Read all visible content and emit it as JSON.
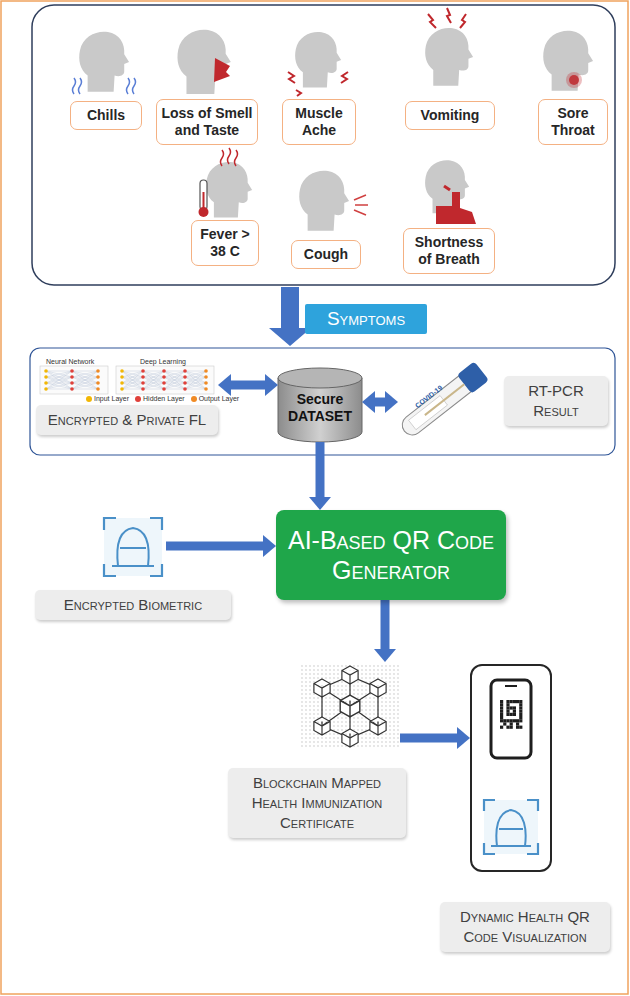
{
  "diagram": {
    "nodes": [
      {
        "text": [
          "Chills"
        ]
      },
      {
        "text": [
          "Loss of Smell and Taste"
        ]
      },
      {
        "text": [
          "Muscle Ache"
        ]
      },
      {
        "text": [
          "Vomiting"
        ]
      },
      {
        "text": [
          "Sore Throat"
        ]
      },
      {
        "text": [
          "Fever > 38 C"
        ]
      },
      {
        "text": [
          "Cough"
        ]
      },
      {
        "text": [
          "Shortness of Breath"
        ]
      },
      {
        "text": [
          "Symptoms"
        ]
      },
      {
        "text": [
          "Encrypted & Private FL"
        ]
      },
      {
        "text": [
          "Secure DATASET"
        ]
      },
      {
        "text": [
          "RT-PCR Result"
        ]
      },
      {
        "text": [
          "AI-Based QR Code Generator"
        ]
      },
      {
        "text": [
          "Encrypted Biometric"
        ]
      },
      {
        "text": [
          "Blockchain Mapped Health Immunization Certificate"
        ]
      },
      {
        "text": [
          "Dynamic Health QR Code Visualization"
        ]
      }
    ],
    "edges": [
      {
        "from": 9,
        "to": 10,
        "arrow": "both"
      },
      {
        "from": 10,
        "to": 11,
        "arrow": "both"
      },
      {
        "from": 10,
        "to": 12,
        "arrow": "to"
      },
      {
        "from": 13,
        "to": 12,
        "arrow": "to"
      },
      {
        "from": 12,
        "to": 14,
        "arrow": "to"
      },
      {
        "from": 14,
        "to": 15,
        "arrow": "to"
      }
    ],
    "labels": [
      "Neural Network",
      "Deep Learning",
      "COVID-19"
    ],
    "legend": [
      {
        "text": "Input Layer",
        "color": "#f2b705"
      },
      {
        "text": "Hidden Layer",
        "color": "#e0403a"
      },
      {
        "text": "Output Layer",
        "color": "#f08a24"
      }
    ]
  }
}
